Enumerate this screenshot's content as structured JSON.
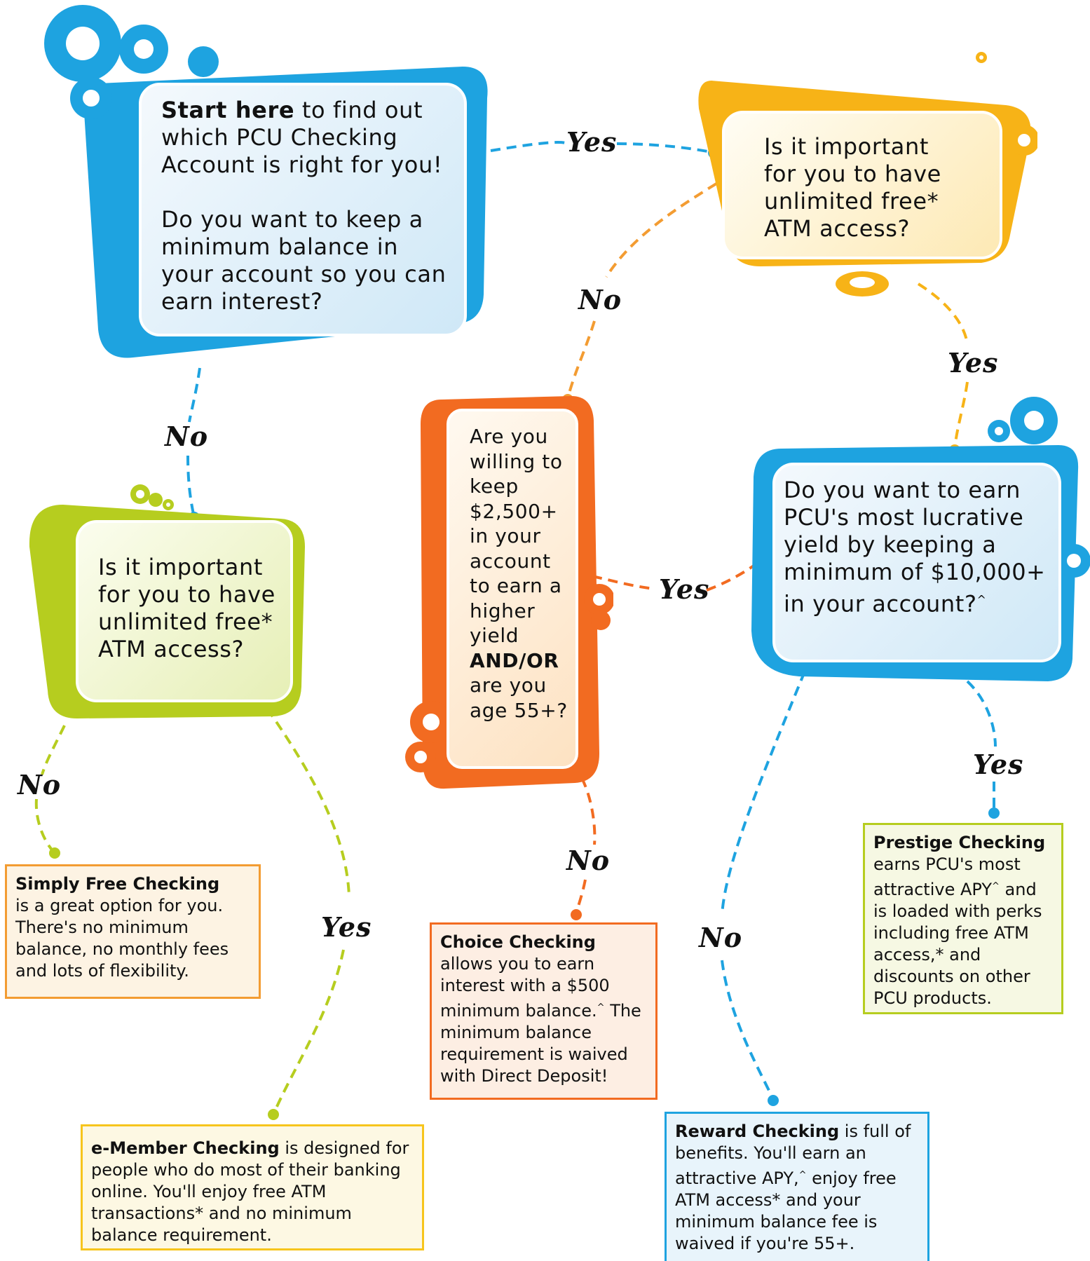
{
  "start": {
    "title_bold": "Start here",
    "title_rest": " to find out which PCU Checking Account is right for you!",
    "question": "Do you want to keep a minimum balance in your account so you can earn interest?"
  },
  "atm_top": {
    "question": "Is it important for you to have unlimited free* ATM access?"
  },
  "atm_left": {
    "question": "Is it important for you to have unlimited free* ATM access?"
  },
  "choice_q": {
    "text_before": "Are you willing to keep $2,500+ in your account to earn a higher yield",
    "bold": "AND/OR",
    "text_after": "are you age 55+?"
  },
  "prestige_q": {
    "question": "Do you want to earn PCU's most lucrative yield by keeping a minimum of $10,000+ in your account?",
    "mark": "^"
  },
  "labels": {
    "yes": "Yes",
    "no": "No"
  },
  "results": {
    "simply_free": {
      "name": "Simply Free Checking",
      "desc": "is a great option for you. There's no minimum balance, no monthly fees and lots of flexibility."
    },
    "emember": {
      "name": "e-Member Checking",
      "desc": " is designed for people who do most of their banking online. You'll enjoy free ATM transactions* and no minimum balance requirement."
    },
    "choice": {
      "name": "Choice Checking",
      "desc1": "allows you to earn interest with a $500 minimum balance.",
      "mark": "^",
      "desc2": "The minimum balance requirement is waived with Direct Deposit!"
    },
    "reward": {
      "name": "Reward Checking",
      "desc1": " is full of benefits. You'll earn an attractive APY,",
      "mark": "^",
      "desc2": " enjoy free ATM access* and your minimum balance fee is waived if you're 55+."
    },
    "prestige": {
      "name": "Prestige Checking",
      "desc1": "earns PCU's most attractive APY",
      "mark": "^",
      "desc2": " and is loaded with perks including free ATM access,* and discounts on other PCU products."
    }
  },
  "colors": {
    "blue": "#1ea3e0",
    "yellow": "#f7b317",
    "lime": "#b6cd1f",
    "orange": "#f26b21"
  }
}
